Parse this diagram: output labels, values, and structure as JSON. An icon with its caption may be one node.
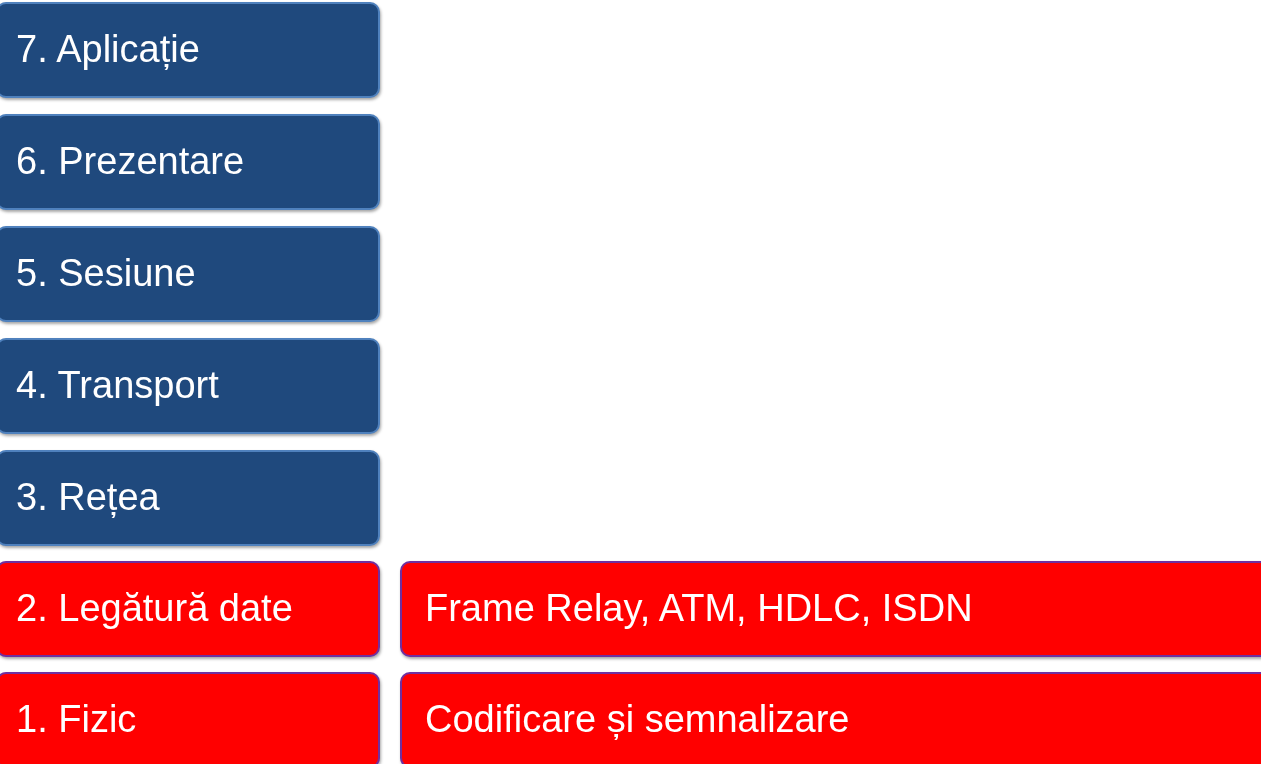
{
  "diagram": {
    "nodes": [
      {
        "text": [
          "7. Aplicație"
        ]
      },
      {
        "text": [
          "6. Prezentare"
        ]
      },
      {
        "text": [
          "5. Sesiune"
        ]
      },
      {
        "text": [
          "4. Transport"
        ]
      },
      {
        "text": [
          "3. Rețea"
        ]
      },
      {
        "text": [
          "2. Legătură date"
        ]
      },
      {
        "text": [
          "Frame Relay, ATM, HDLC, ISDN"
        ]
      },
      {
        "text": [
          "1. Fizic"
        ]
      },
      {
        "text": [
          "Codificare și semnalizare"
        ]
      }
    ]
  }
}
